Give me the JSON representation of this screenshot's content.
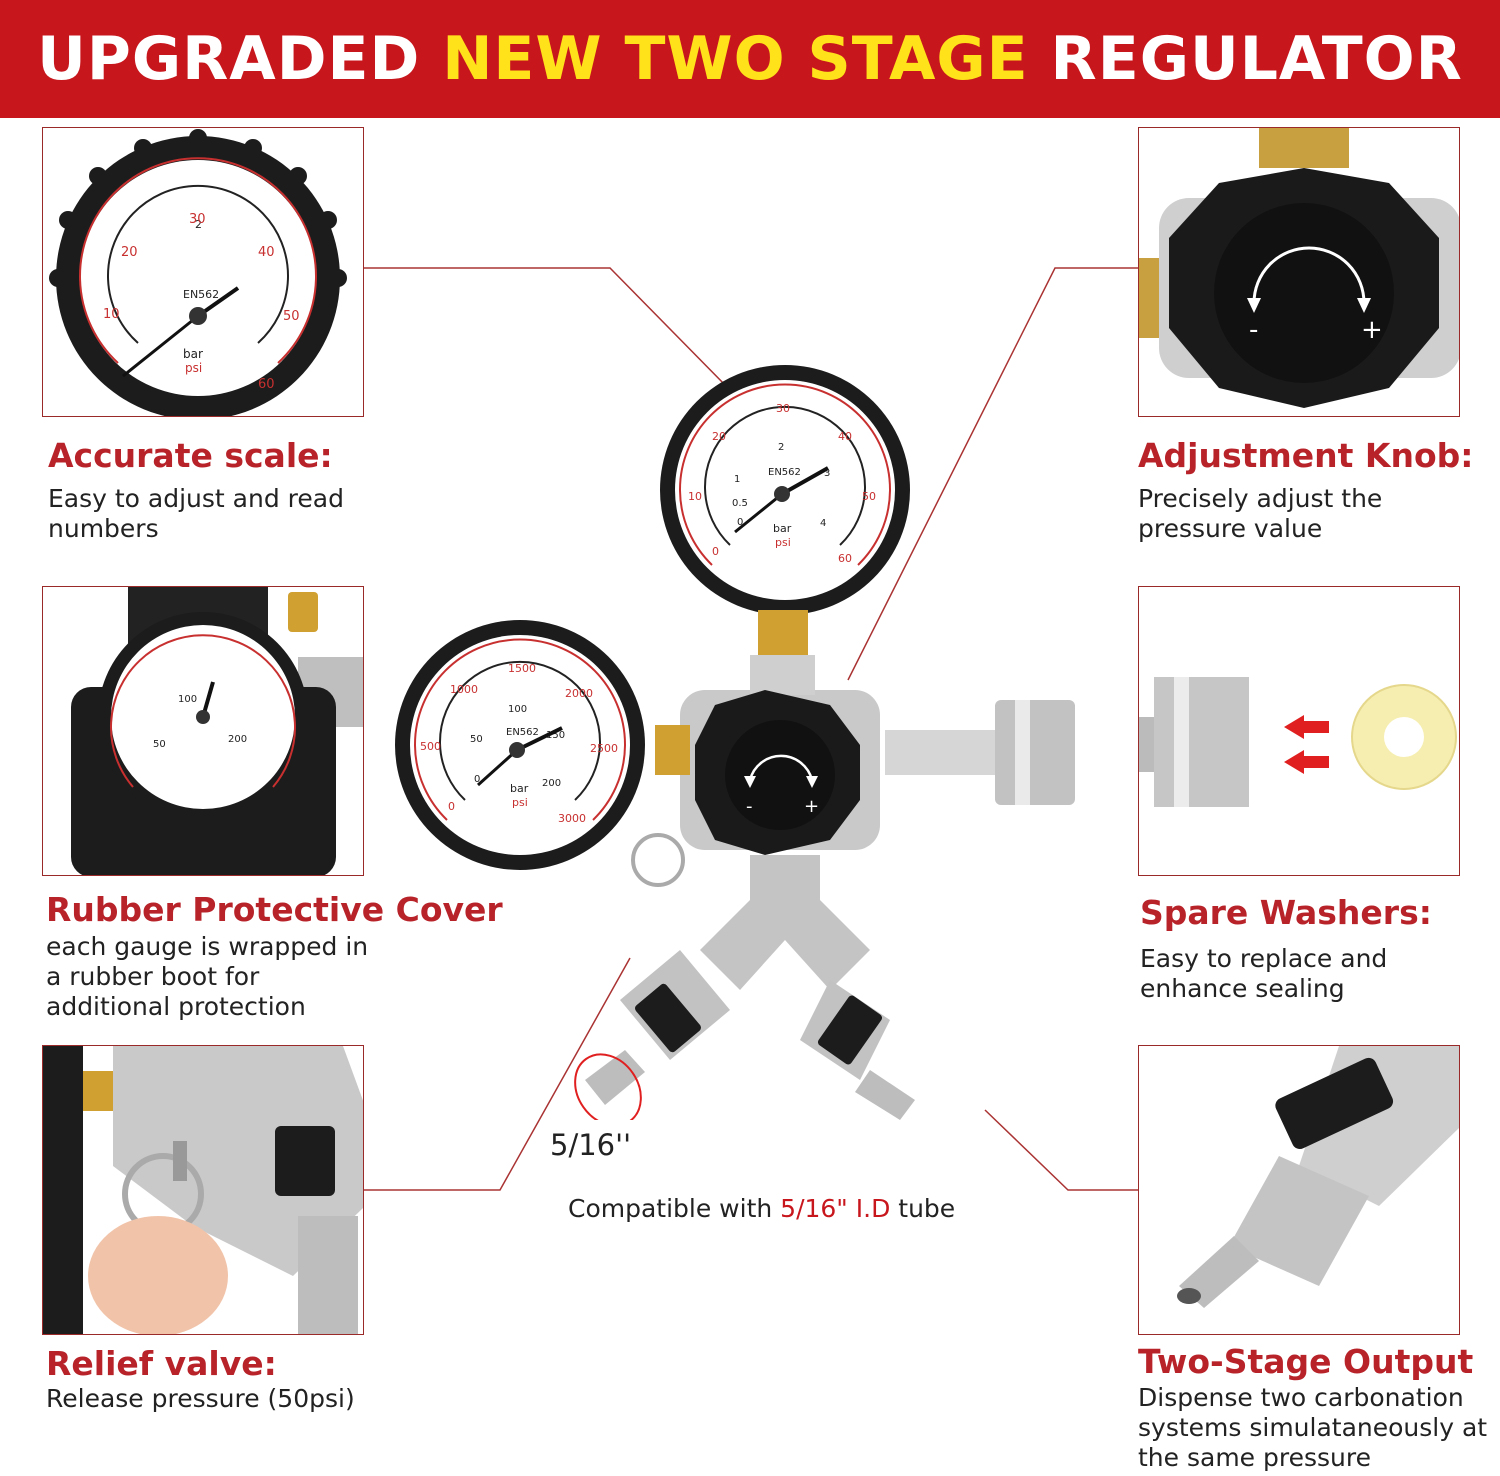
{
  "banner": {
    "part1": "UPGRADED ",
    "part2": "NEW TWO STAGE",
    "part3": " REGULATOR"
  },
  "features": {
    "accurate_scale": {
      "title": "Accurate scale:",
      "desc": "Easy to adjust and read numbers"
    },
    "rubber_cover": {
      "title": "Rubber Protective Cover",
      "desc": "each gauge is wrapped in a rubber boot for additional protection"
    },
    "relief_valve": {
      "title": "Relief valve:",
      "desc": "Release pressure (50psi)"
    },
    "adjustment_knob": {
      "title": "Adjustment Knob:",
      "desc": "Precisely adjust the pressure value"
    },
    "spare_washers": {
      "title": "Spare Washers:",
      "desc": "Easy to replace and enhance sealing"
    },
    "two_stage_output": {
      "title": "Two-Stage Output",
      "desc": "Dispense two carbonation systems simulataneously at the same pressure"
    }
  },
  "barb_label": "5/16''",
  "compat": {
    "prefix": "Compatible with ",
    "highlight": "5/16\" I.D",
    "suffix": " tube"
  },
  "gauge_low": {
    "brand": "EN562",
    "unit_bar": "bar",
    "unit_psi": "psi",
    "psi_ticks": [
      "0",
      "10",
      "20",
      "30",
      "40",
      "50",
      "60"
    ],
    "bar_ticks": [
      "0",
      "0.5",
      "1",
      "2",
      "3",
      "4"
    ]
  },
  "gauge_high": {
    "brand": "EN562",
    "unit_bar": "bar",
    "unit_psi": "psi",
    "psi_ticks": [
      "0",
      "500",
      "1000",
      "1500",
      "2000",
      "2500",
      "3000"
    ],
    "bar_ticks": [
      "0",
      "50",
      "100",
      "150",
      "200"
    ]
  },
  "knob_symbols": {
    "minus": "-",
    "plus": "+"
  },
  "colors": {
    "banner_red": "#c8161d",
    "banner_yellow": "#ffe21a",
    "title_red": "#b8232a"
  }
}
